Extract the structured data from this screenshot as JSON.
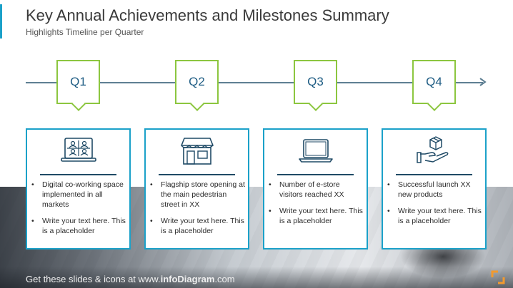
{
  "slide": {
    "title": "Key Annual Achievements and Milestones Summary",
    "subtitle": "Highlights Timeline per Quarter"
  },
  "colors": {
    "accent": "#1ba1c9",
    "quarter_border": "#8cc63f",
    "quarter_text": "#1f5d84",
    "timeline": "#5e7f93"
  },
  "quarters": [
    {
      "label": "Q1",
      "icon": "video-conference-laptop-icon",
      "bullets": [
        "Digital co-working space implemented in all markets",
        "Write your text here. This is a placeholder"
      ]
    },
    {
      "label": "Q2",
      "icon": "storefront-icon",
      "bullets": [
        "Flagship store opening at the main pedestrian street in XX",
        "Write your text here. This is a placeholder"
      ]
    },
    {
      "label": "Q3",
      "icon": "laptop-icon",
      "bullets": [
        "Number of e-store visitors reached XX",
        "Write your text here. This is a placeholder"
      ]
    },
    {
      "label": "Q4",
      "icon": "box-in-hand-icon",
      "bullets": [
        "Successful launch XX new products",
        "Write your text here. This is a placeholder"
      ]
    }
  ],
  "footer": {
    "prefix": "Get these slides & icons at www.",
    "brand": "infoDiagram",
    "suffix": ".com"
  }
}
